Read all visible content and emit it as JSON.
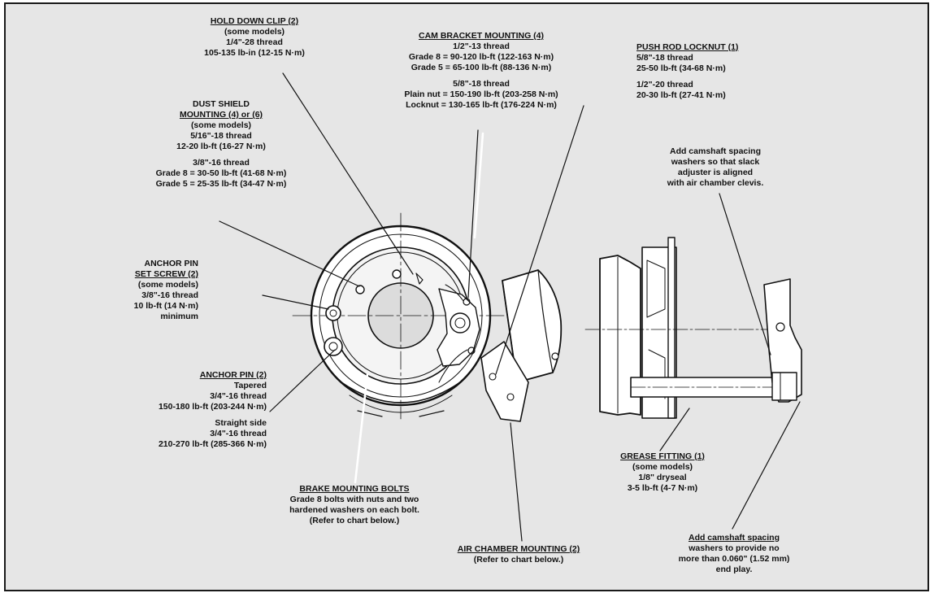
{
  "colors": {
    "background": "#e6e6e6",
    "ink": "#111111",
    "frame": "#1a1a1a"
  },
  "callouts": {
    "hold_down_clip": {
      "title": "HOLD DOWN CLIP (2)",
      "lines": [
        "(some models)",
        "1/4\"-28 thread",
        "105-135 lb-in (12-15 N·m)"
      ]
    },
    "dust_shield": {
      "title_1": "DUST SHIELD",
      "title_2": "MOUNTING (4) or (6)",
      "lines": [
        "(some models)",
        "5/16\"-18 thread",
        "12-20 lb-ft (16-27 N·m)"
      ],
      "lines_2": [
        "3/8\"-16 thread",
        "Grade 8 = 30-50 lb-ft (41-68 N·m)",
        "Grade 5 = 25-35 lb-ft (34-47 N·m)"
      ]
    },
    "cam_bracket": {
      "title": "CAM BRACKET MOUNTING (4)",
      "lines": [
        "1/2\"-13 thread",
        "Grade 8 = 90-120 lb-ft (122-163 N·m)",
        "Grade 5 = 65-100 lb-ft (88-136 N·m)"
      ],
      "lines_2": [
        "5/8\"-18 thread",
        "Plain nut = 150-190 lb-ft (203-258 N·m)",
        "Locknut = 130-165 lb-ft (176-224 N·m)"
      ]
    },
    "push_rod_locknut": {
      "title": "PUSH ROD LOCKNUT (1)",
      "lines": [
        "5/8\"-18 thread",
        "25-50 lb-ft (34-68 N·m)"
      ],
      "lines_2": [
        "1/2\"-20 thread",
        "20-30 lb-ft (27-41 N·m)"
      ]
    },
    "camshaft_spacing_top": {
      "lines": [
        "Add camshaft spacing",
        "washers so that slack",
        "adjuster is aligned",
        "with air chamber clevis."
      ]
    },
    "anchor_pin_set_screw": {
      "title_1": "ANCHOR PIN",
      "title_2": "SET SCREW (2)",
      "lines": [
        "(some models)",
        "3/8\"-16 thread",
        "10 lb-ft (14 N·m)",
        "minimum"
      ]
    },
    "anchor_pin": {
      "title": "ANCHOR PIN (2)",
      "lines": [
        "Tapered",
        "3/4\"-16 thread",
        "150-180 lb-ft (203-244 N·m)"
      ],
      "lines_2": [
        "Straight side",
        "3/4\"-16 thread",
        "210-270 lb-ft (285-366 N·m)"
      ]
    },
    "brake_mounting_bolts": {
      "title": "BRAKE MOUNTING BOLTS",
      "lines": [
        "Grade 8 bolts with nuts and two",
        "hardened washers on each bolt.",
        "(Refer to chart below.)"
      ]
    },
    "air_chamber": {
      "title": "AIR CHAMBER MOUNTING (2)",
      "lines": [
        "(Refer to chart below.)"
      ]
    },
    "grease_fitting": {
      "title": "GREASE FITTING (1)",
      "lines": [
        "(some models)",
        "1/8\" dryseal",
        "3-5 lb-ft (4-7 N·m)"
      ]
    },
    "camshaft_spacing_bottom": {
      "title": "Add camshaft spacing",
      "lines": [
        "washers to provide no",
        "more than 0.060\" (1.52 mm)",
        "end play."
      ]
    }
  }
}
